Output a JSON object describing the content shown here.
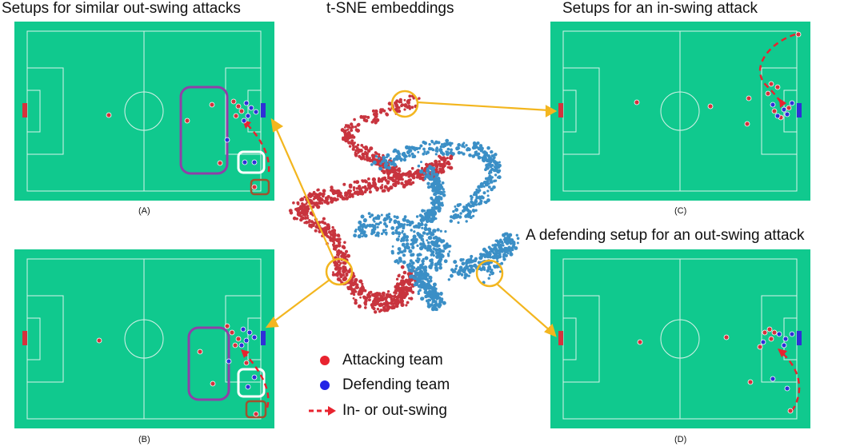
{
  "titles": {
    "top_left": "Setups for similar out-swing attacks",
    "top_center": "t-SNE embeddings",
    "top_right": "Setups for an in-swing attack",
    "mid_right": "A defending setup for an out-swing attack"
  },
  "captions": {
    "a": "(A)",
    "b": "(B)",
    "c": "(C)",
    "d": "(D)"
  },
  "legend": {
    "attacking": "Attacking team",
    "defending": "Defending team",
    "swing": "In- or out-swing"
  },
  "colors": {
    "pitch": "#10c98e",
    "lines": "#d9f2ea",
    "attacking": "#d5323d",
    "defending": "#2f2fd8",
    "tsne_red": "#c8343e",
    "tsne_blue": "#3b8fc6",
    "highlight": "#f3b61f",
    "purple_box": "#8f3fa8",
    "white_box": "#ffffff",
    "brown_box": "#a0522d",
    "swing_arrow": "#e8232f"
  }
}
